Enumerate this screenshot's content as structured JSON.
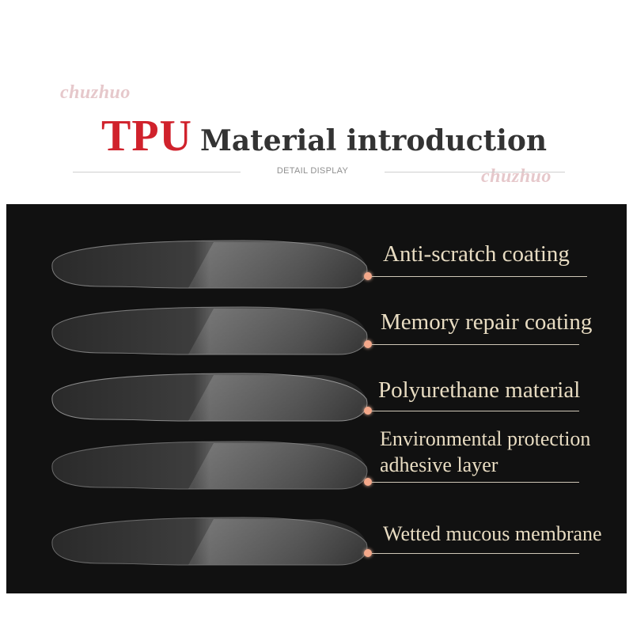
{
  "watermarks": [
    "chuzhuo",
    "chuzhuo"
  ],
  "title": {
    "accent": "TPU",
    "rest": "Material introduction",
    "subtitle": "DETAIL DISPLAY",
    "accent_color": "#d0222c"
  },
  "layers": [
    {
      "label": "Anti-scratch coating"
    },
    {
      "label": "Memory repair coating"
    },
    {
      "label": "Polyurethane material"
    },
    {
      "label": "Environmental protection",
      "label_line2": "adhesive layer"
    },
    {
      "label": "Wetted mucous membrane"
    }
  ],
  "colors": {
    "panel_background": "#111111",
    "label_text": "#e8dcc2",
    "marker": "#f4a88a"
  }
}
